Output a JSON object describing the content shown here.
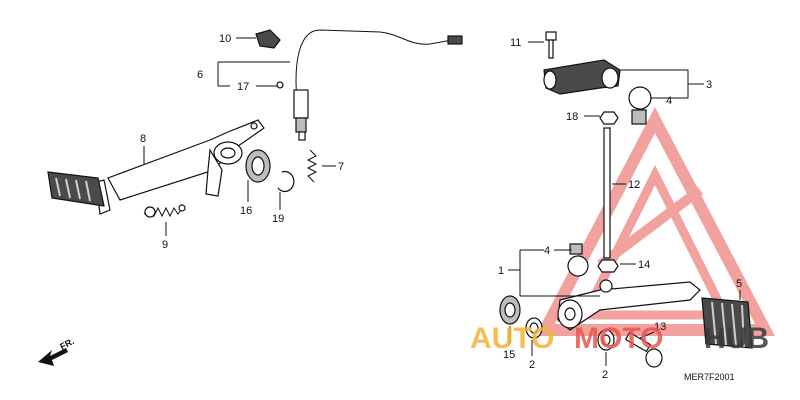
{
  "callouts": {
    "c1": "1",
    "c2a": "2",
    "c2b": "2",
    "c3": "3",
    "c4a": "4",
    "c4b": "4",
    "c5": "5",
    "c6": "6",
    "c7": "7",
    "c8": "8",
    "c9": "9",
    "c10": "10",
    "c11": "11",
    "c12": "12",
    "c13": "13",
    "c14": "14",
    "c15": "15",
    "c16": "16",
    "c17": "17",
    "c18": "18",
    "c19": "19"
  },
  "direction_marker": {
    "label": "FR."
  },
  "drawing_code": "MER7F2001",
  "watermark": {
    "part1": "AUTO",
    "part2": "MOTO",
    "part3": "HUB",
    "colors": {
      "yellow": "#f5b335",
      "red": "#e8574f",
      "dark": "#3a3a3a"
    }
  }
}
